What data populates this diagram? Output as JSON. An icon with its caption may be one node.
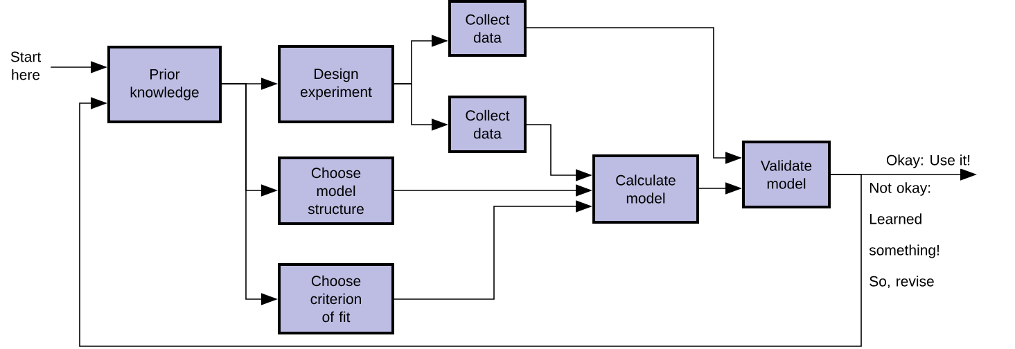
{
  "diagram": {
    "nodes": [
      {
        "text": [
          "Start here"
        ]
      },
      {
        "text": [
          "Prior knowledge"
        ]
      },
      {
        "text": [
          "Design experiment"
        ]
      },
      {
        "text": [
          "Collect data"
        ]
      },
      {
        "text": [
          "Collect data"
        ]
      },
      {
        "text": [
          "Choose model structure"
        ]
      },
      {
        "text": [
          "Choose criterion of fit"
        ]
      },
      {
        "text": [
          "Calculate model"
        ]
      },
      {
        "text": [
          "Validate model"
        ]
      }
    ],
    "edges": [
      {
        "from": 0,
        "to": 1,
        "arrow": "to"
      },
      {
        "from": 1,
        "to": 2,
        "arrow": "to"
      },
      {
        "from": 1,
        "to": 5,
        "arrow": "to"
      },
      {
        "from": 1,
        "to": 6,
        "arrow": "to"
      },
      {
        "from": 2,
        "to": 3,
        "arrow": "to"
      },
      {
        "from": 2,
        "to": 4,
        "arrow": "to"
      },
      {
        "from": 3,
        "to": 8,
        "arrow": "to"
      },
      {
        "from": 4,
        "to": 7,
        "arrow": "to"
      },
      {
        "from": 5,
        "to": 7,
        "arrow": "to"
      },
      {
        "from": 6,
        "to": 7,
        "arrow": "to"
      },
      {
        "from": 7,
        "to": 8,
        "arrow": "to"
      },
      {
        "from": 8,
        "to": null,
        "arrow": "to",
        "label": "Okay: Use it!"
      },
      {
        "from": 8,
        "to": 1,
        "arrow": "to",
        "label": "Not okay: Learned something! So, revise"
      }
    ]
  }
}
